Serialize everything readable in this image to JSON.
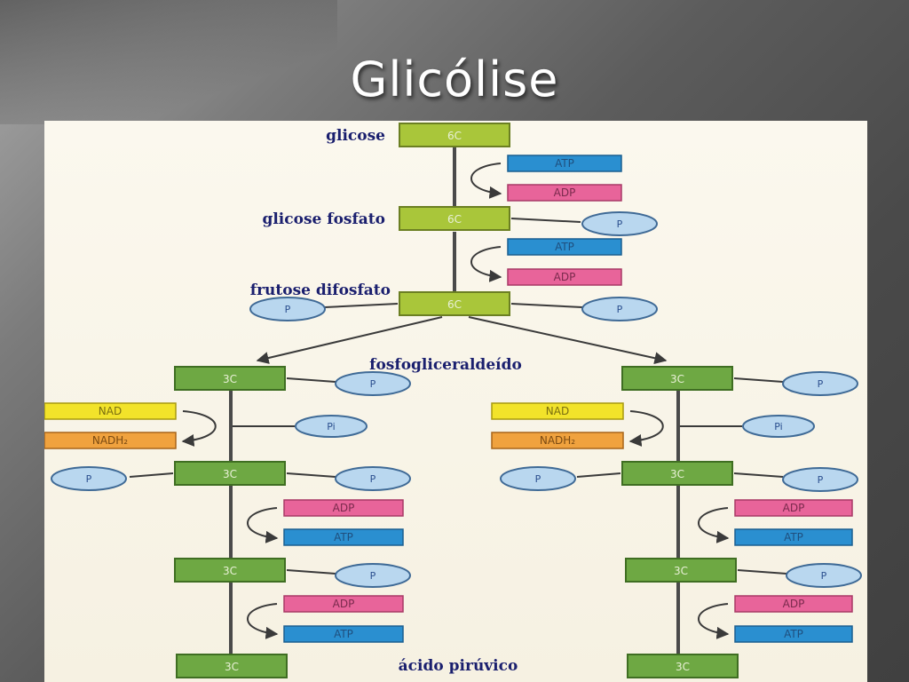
{
  "title": "Glicólise",
  "labels": {
    "glucose": "glicose",
    "glucose_phosphate": "glicose fosfato",
    "fructose_diphosphate": "frutose difosfato",
    "glyceraldehyde": "fosfogliceraldeído",
    "pyruvic_acid": "ácido pirúvico"
  },
  "carbon": {
    "six": "6C",
    "three": "3C"
  },
  "molecules": {
    "atp": "ATP",
    "adp": "ADP",
    "nad": "NAD",
    "nadh2": "NADH₂",
    "phosphate": "P",
    "inorganic_phosphate": "Pi"
  },
  "colors": {
    "six_carbon_box": "#a9c63a",
    "three_carbon_box": "#6ea843",
    "atp": "#2a8fd0",
    "adp": "#e8649a",
    "nad": "#f2e32a",
    "nadh2": "#f0a23e",
    "phosphate_circle": "#b9d7ef",
    "label_text": "#1a1f6e"
  }
}
